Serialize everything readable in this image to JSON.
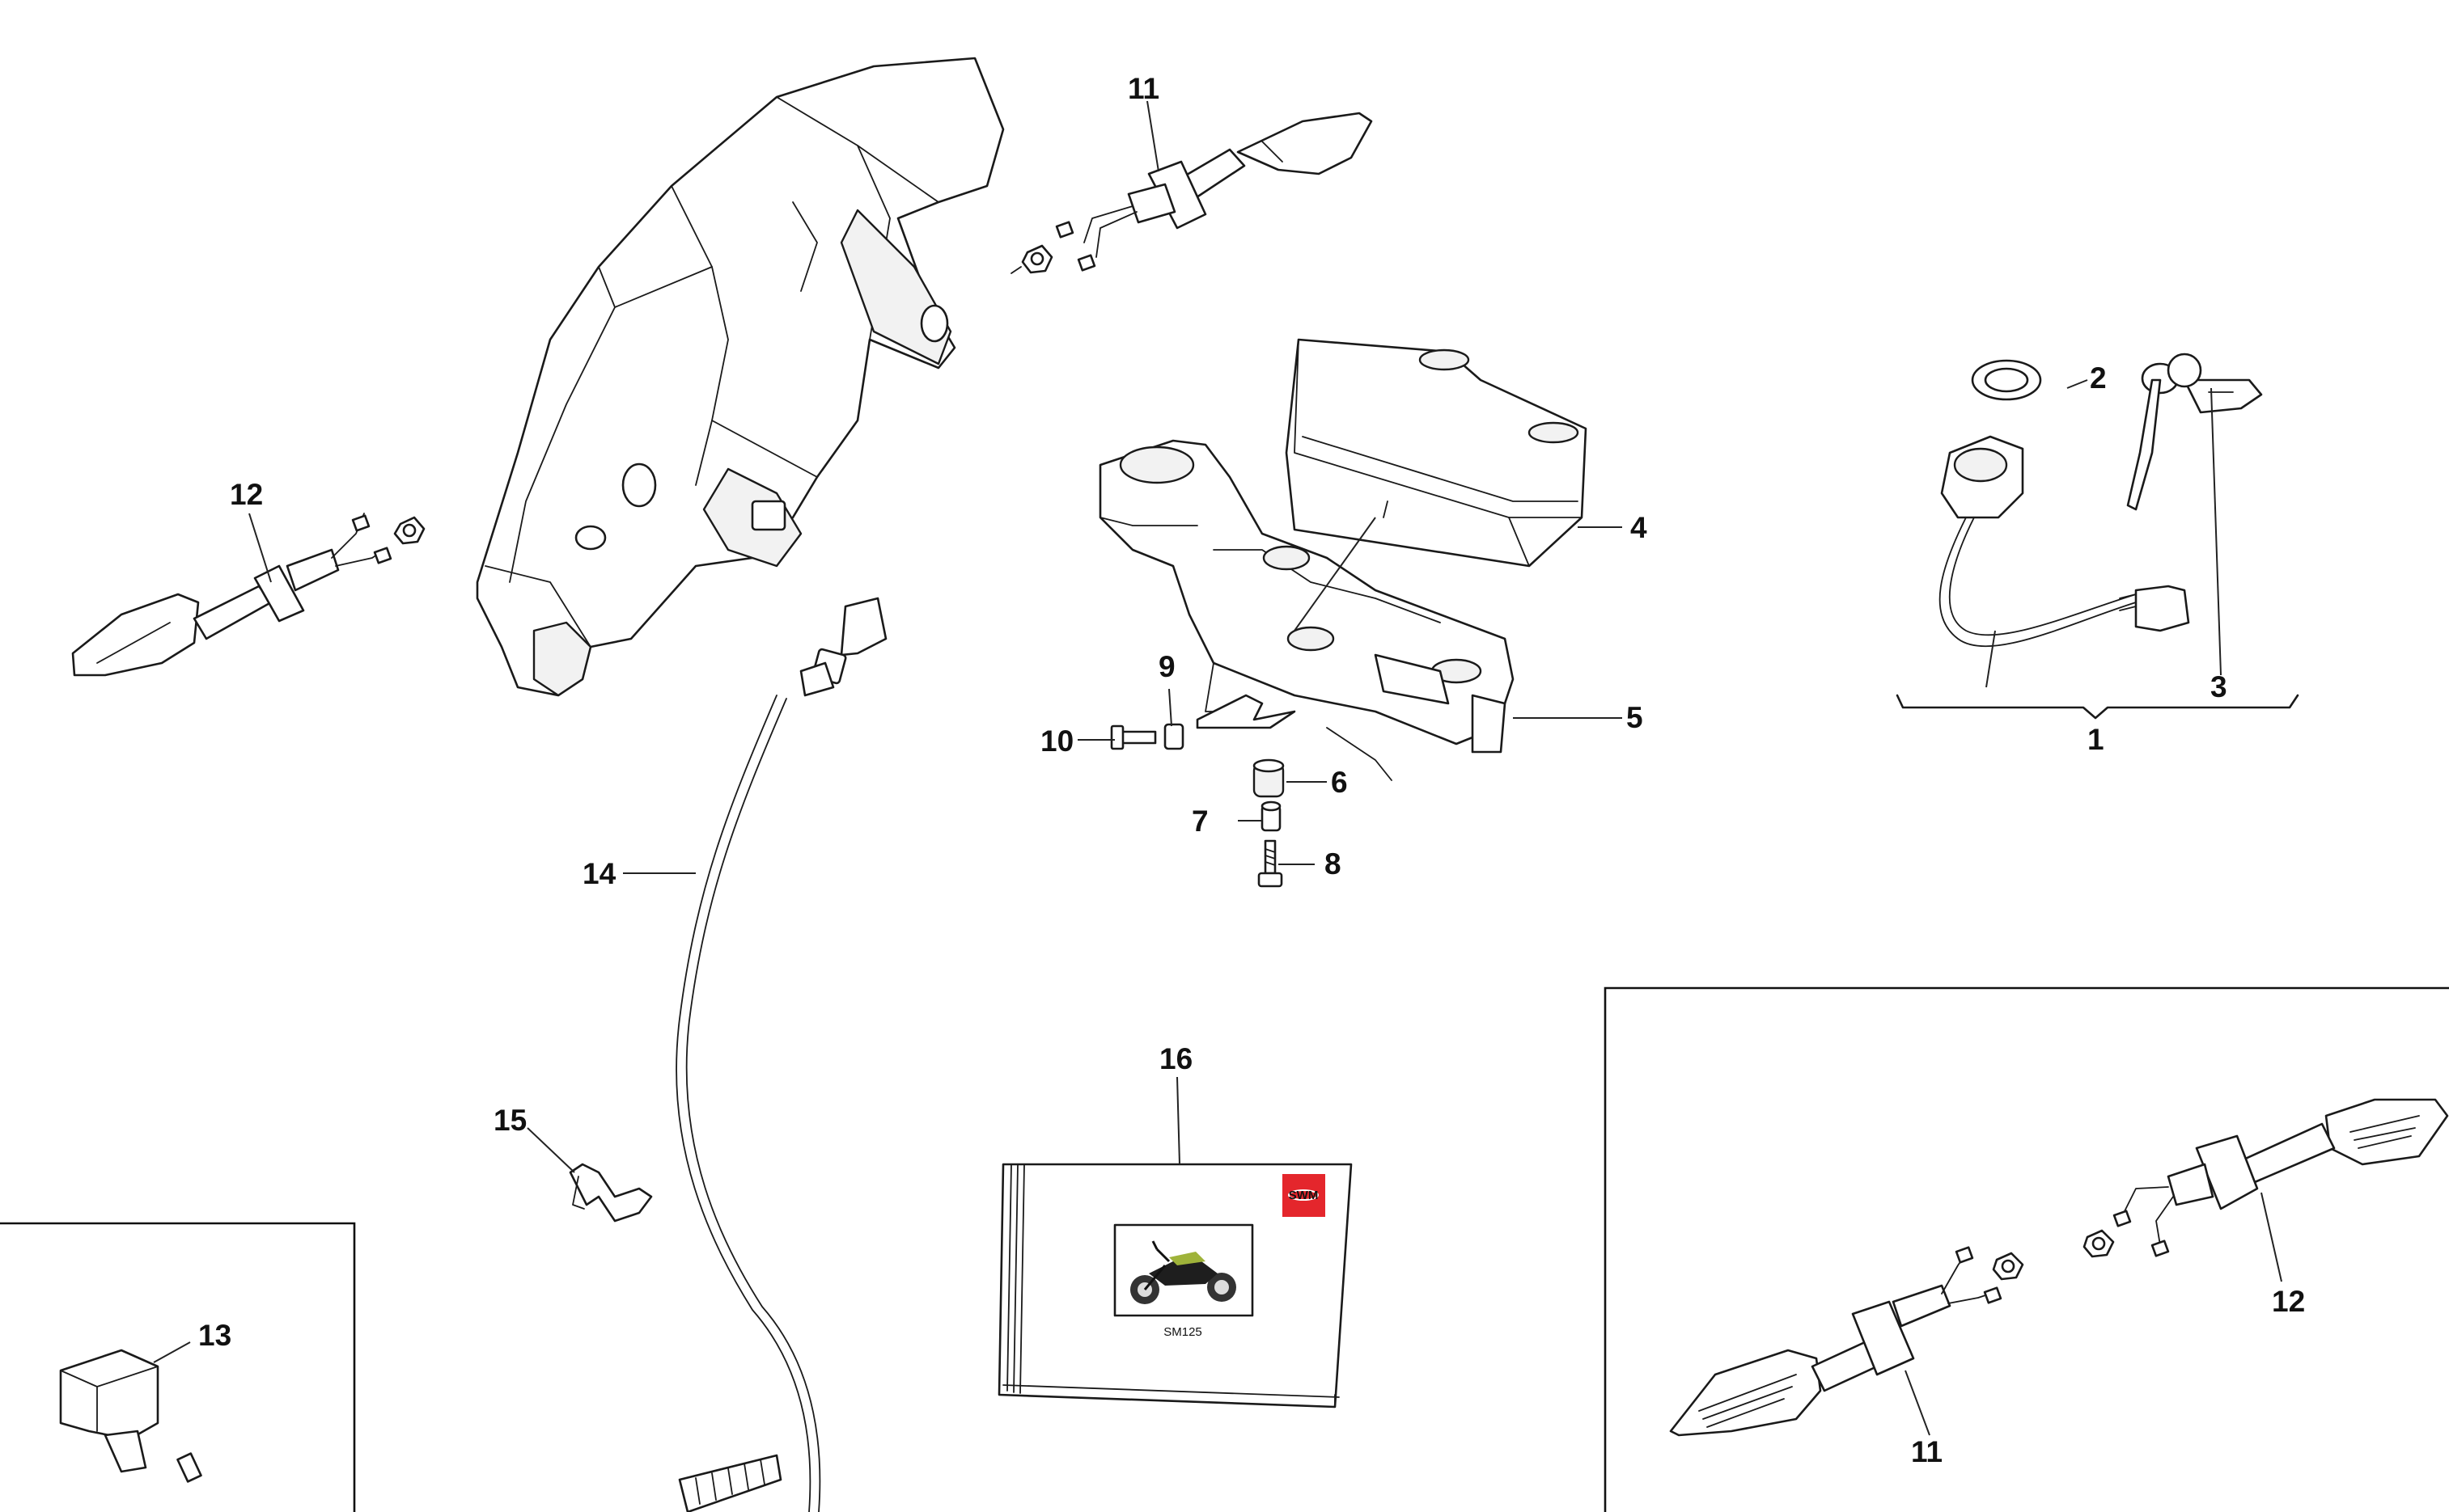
{
  "callouts": {
    "c1": "1",
    "c2": "2",
    "c3": "3",
    "c4": "4",
    "c5": "5",
    "c6": "6",
    "c7": "7",
    "c8": "8",
    "c9": "9",
    "c10": "10",
    "c11_top": "11",
    "c11_box": "11",
    "c12_left": "12",
    "c12_box": "12",
    "c13": "13",
    "c14": "14",
    "c15": "15",
    "c16": "16"
  },
  "manual": {
    "model_caption": "SM125",
    "logo_text": "SWM",
    "logo_color": "#e4262c"
  },
  "icons": {
    "fairing": "headlight-fairing-icon",
    "indicator": "turn-signal-icon",
    "dashboard": "instrument-cluster-icon",
    "ignition": "ignition-switch-icon",
    "key": "key-icon",
    "cable": "wiring-cable-icon",
    "relay": "flasher-relay-icon",
    "book": "owner-manual-icon"
  }
}
